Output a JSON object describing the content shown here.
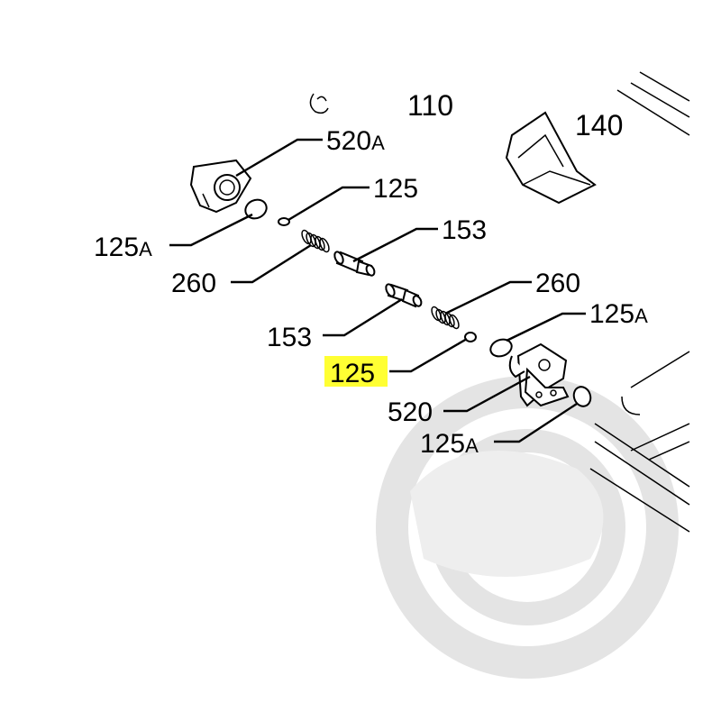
{
  "highlight_color": "#ffff33",
  "watermark_color": "#e4e4e4",
  "labels": {
    "l110": "110",
    "l140": "140",
    "l520A": "520",
    "l520A_sub": "A",
    "l125_top": "125",
    "l125A_left": "125",
    "l125A_left_sub": "A",
    "l153_top": "153",
    "l260_left": "260",
    "l260_right": "260",
    "l153_left": "153",
    "l125A_right": "125",
    "l125A_right_sub": "A",
    "l125_hl": "125",
    "l520": "520",
    "l125A_bottom": "125",
    "l125A_bottom_sub": "A"
  },
  "icons": {
    "watermark": "cadenas-logo-watermark",
    "part_110": "clip-icon",
    "part_140": "bracket-icon",
    "part_520A": "hinge-bracket-icon",
    "part_520": "hinge-bracket-icon",
    "part_125": "o-ring-icon",
    "part_125A": "o-ring-icon",
    "part_260": "spring-icon",
    "part_153": "pin-icon"
  }
}
